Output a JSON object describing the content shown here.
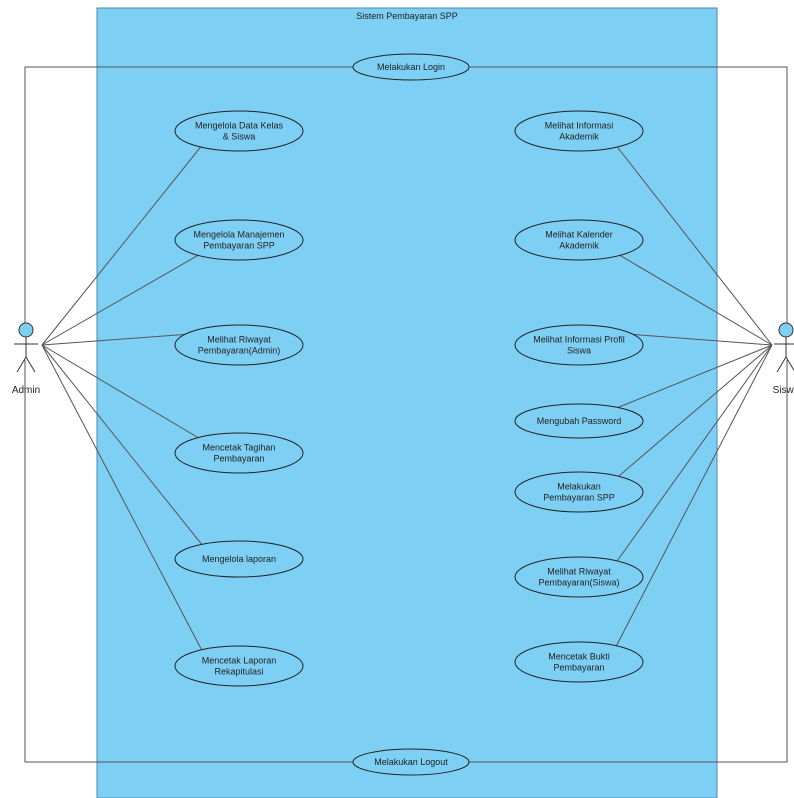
{
  "system": {
    "title": "Sistem Pembayaran SPP"
  },
  "actors": [
    {
      "id": "admin",
      "label": "Admin"
    },
    {
      "id": "siswa",
      "label": "Siswa"
    }
  ],
  "use_cases": [
    {
      "id": "login",
      "lines": [
        "Melakukan Login"
      ]
    },
    {
      "id": "logout",
      "lines": [
        "Melakukan Logout"
      ]
    },
    {
      "id": "kelola-kelas",
      "lines": [
        "Mengelola Data Kelas",
        "& Siswa"
      ]
    },
    {
      "id": "kelola-manajemen",
      "lines": [
        "Mengelola Manajemen",
        "Pembayaran SPP"
      ]
    },
    {
      "id": "riwayat-admin",
      "lines": [
        "Melihat Riwayat",
        "Pembayaran(Admin)"
      ]
    },
    {
      "id": "cetak-tagihan",
      "lines": [
        "Mencetak Tagihan",
        "Pembayaran"
      ]
    },
    {
      "id": "kelola-laporan",
      "lines": [
        "Mengelola laporan"
      ]
    },
    {
      "id": "cetak-rekap",
      "lines": [
        "Mencetak Laporan",
        "Rekapitulasi"
      ]
    },
    {
      "id": "info-akademik",
      "lines": [
        "Melihat Informasi",
        "Akademik"
      ]
    },
    {
      "id": "kalender",
      "lines": [
        "Melihat Kalender",
        "Akademik"
      ]
    },
    {
      "id": "profil",
      "lines": [
        "Melihat Informasi Profil",
        "Siswa"
      ]
    },
    {
      "id": "password",
      "lines": [
        "Mengubah Password"
      ]
    },
    {
      "id": "bayar",
      "lines": [
        "Melakukan",
        "Pembayaran SPP"
      ]
    },
    {
      "id": "riwayat-siswa",
      "lines": [
        "Melihat Riwayat",
        "Pembayaran(Siswa)"
      ]
    },
    {
      "id": "bukti",
      "lines": [
        "Mencetak Bukti",
        "Pembayaran"
      ]
    }
  ],
  "associations": [
    {
      "actor": "admin",
      "use_case": "kelola-kelas"
    },
    {
      "actor": "admin",
      "use_case": "kelola-manajemen"
    },
    {
      "actor": "admin",
      "use_case": "riwayat-admin"
    },
    {
      "actor": "admin",
      "use_case": "cetak-tagihan"
    },
    {
      "actor": "admin",
      "use_case": "kelola-laporan"
    },
    {
      "actor": "admin",
      "use_case": "cetak-rekap"
    },
    {
      "actor": "siswa",
      "use_case": "info-akademik"
    },
    {
      "actor": "siswa",
      "use_case": "kalender"
    },
    {
      "actor": "siswa",
      "use_case": "profil"
    },
    {
      "actor": "siswa",
      "use_case": "password"
    },
    {
      "actor": "siswa",
      "use_case": "bayar"
    },
    {
      "actor": "siswa",
      "use_case": "riwayat-siswa"
    },
    {
      "actor": "siswa",
      "use_case": "bukti"
    },
    {
      "actor": "admin",
      "use_case": "login"
    },
    {
      "actor": "siswa",
      "use_case": "login"
    },
    {
      "actor": "admin",
      "use_case": "logout"
    },
    {
      "actor": "siswa",
      "use_case": "logout"
    }
  ],
  "colors": {
    "system_fill": "#7ecff4",
    "system_stroke": "#4a88b3",
    "use_case_fill": "#7ecff4",
    "use_case_stroke": "#222222",
    "line": "#555555",
    "actor_head": "#7ecff4"
  }
}
